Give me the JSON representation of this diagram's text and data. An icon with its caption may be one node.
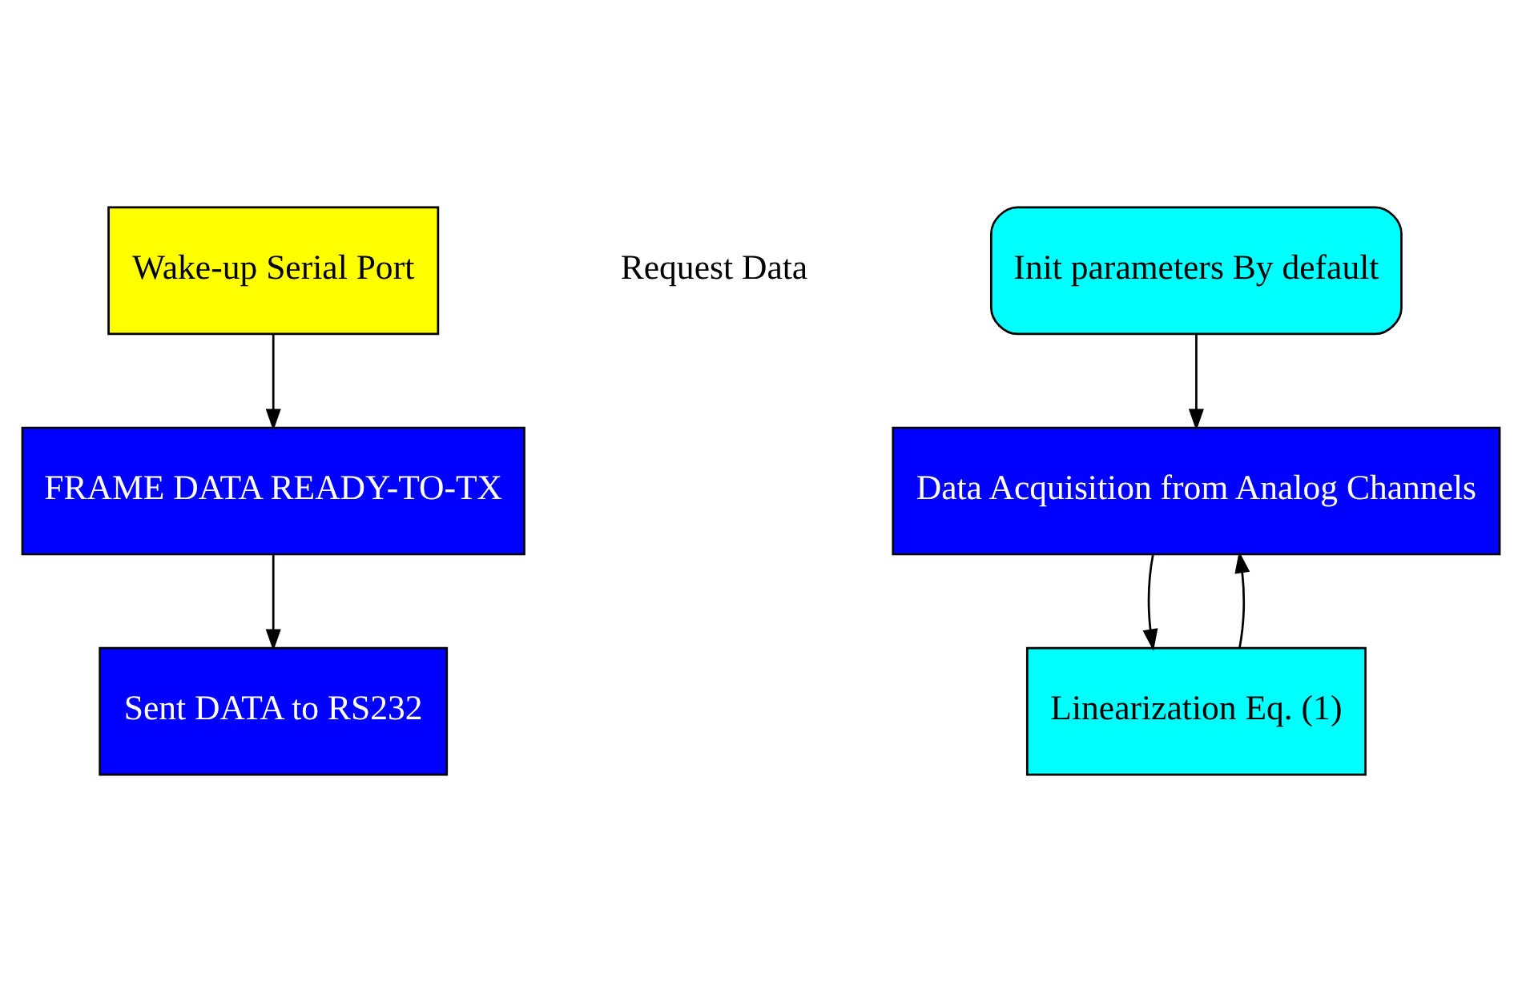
{
  "diagram": {
    "nodes": [
      {
        "text": [
          "Wake-up Serial Port"
        ]
      },
      {
        "text": [
          "FRAME DATA READY-TO-TX"
        ]
      },
      {
        "text": [
          "Sent DATA to RS232"
        ]
      },
      {
        "text": [
          "Init parameters By default"
        ]
      },
      {
        "text": [
          "Data Acquisition from Analog Channels"
        ]
      },
      {
        "text": [
          "Linearization Eq. (1)"
        ]
      }
    ],
    "edges": [
      {
        "from": 0,
        "to": 1,
        "arrow": "to"
      },
      {
        "from": 1,
        "to": 2,
        "arrow": "to"
      },
      {
        "from": 3,
        "to": 4,
        "arrow": "to"
      },
      {
        "from": 4,
        "to": 5,
        "arrow": "to"
      },
      {
        "from": 5,
        "to": 4,
        "arrow": "to"
      }
    ],
    "labels": [
      "Request Data"
    ]
  }
}
